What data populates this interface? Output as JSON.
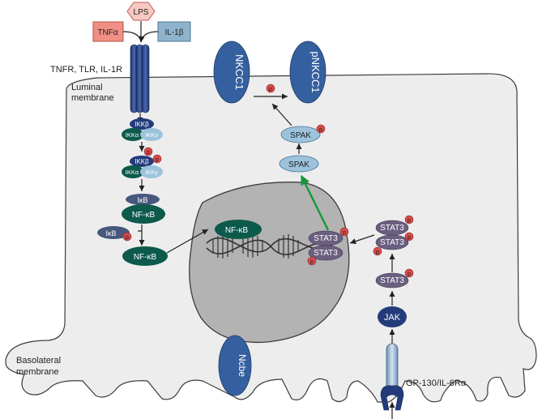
{
  "ligands": {
    "lps": "LPS",
    "tnfa": "TNFα",
    "il1b": "IL-1β"
  },
  "labels": {
    "receptor": "TNFR, TLR, IL-1R",
    "luminal_line1": "Luminal",
    "luminal_line2": "membrane",
    "basolateral_line1": "Basolateral",
    "basolateral_line2": "membrane",
    "gp130": "GP-130/IL-6Rα"
  },
  "transporters": {
    "nkcc1": "NKCC1",
    "pnkcc1": "pNKCC1",
    "ncbe": "Ncbe"
  },
  "kinases": {
    "spak": "SPAK",
    "ikkb": "IKKβ",
    "ikka": "IKKα",
    "ikky": "IKKγ",
    "ikb": "IκB",
    "nfkb": "NF-κB",
    "stat3": "STAT3",
    "jak": "JAK",
    "phospho": "p"
  },
  "colors": {
    "cell_fill": "#ededed",
    "nucleus_fill": "#b3b3b3",
    "navy": "#233b7a",
    "teal": "#0c5a4b",
    "lightblue": "#9cc2dc",
    "purple": "#6b5f80",
    "phospho_red": "#d94a4a",
    "lps_pink": "#f6c9c2",
    "tnf_red": "#f08f84",
    "il1_blue": "#8fb3cc",
    "activation_green": "#17963c"
  }
}
